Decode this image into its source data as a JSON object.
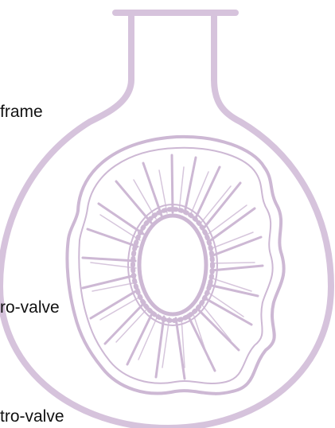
{
  "diagram": {
    "labels": {
      "frame": "frame",
      "micro_valve_middle": "ro-valve",
      "micro_valve_bottom": "tro-valve"
    },
    "colors": {
      "flask_outline": "#d6c3dc",
      "petals": "#cdb8d4",
      "text": "#111111",
      "background": "#ffffff"
    }
  }
}
